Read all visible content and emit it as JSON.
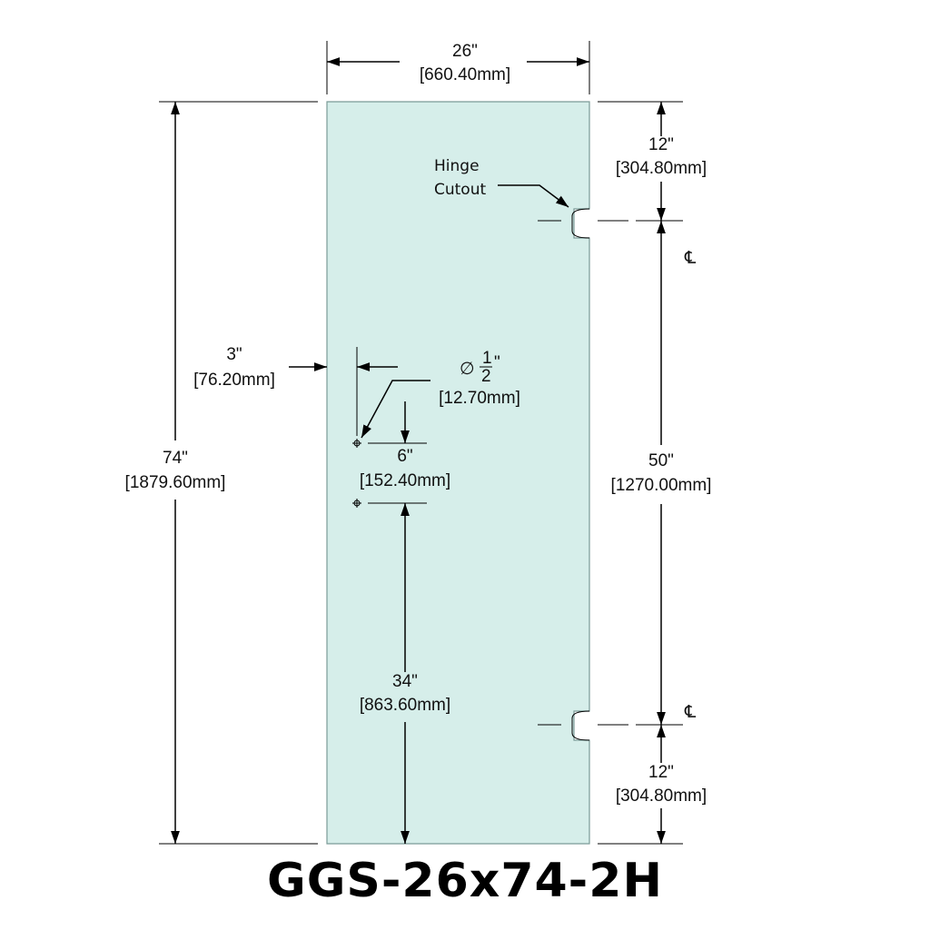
{
  "title": "GGS-26x74-2H",
  "colors": {
    "glass_fill": "#d6eeea",
    "glass_stroke": "#7a9a96",
    "ink": "#000000"
  },
  "dimensions": {
    "width_in": "26\"",
    "width_mm": "[660.40mm]",
    "height_in": "74\"",
    "height_mm": "[1879.60mm]",
    "top_hinge_in": "12\"",
    "top_hinge_mm": "[304.80mm]",
    "hinge_spacing_in": "50\"",
    "hinge_spacing_mm": "[1270.00mm]",
    "bottom_hinge_in": "12\"",
    "bottom_hinge_mm": "[304.80mm]",
    "hole_offset_in": "3\"",
    "hole_offset_mm": "[76.20mm]",
    "hole_spacing_in": "6\"",
    "hole_spacing_mm": "[152.40mm]",
    "hole_height_in": "34\"",
    "hole_height_mm": "[863.60mm]",
    "hole_diameter_mm": "[12.70mm]",
    "hole_diameter_symbol": "∅",
    "hole_diameter_num": "1",
    "hole_diameter_den": "2",
    "hole_diameter_unit": "\""
  },
  "labels": {
    "hinge_line1": "Hinge",
    "hinge_line2": "Cutout",
    "centerline_symbol": "CL"
  }
}
